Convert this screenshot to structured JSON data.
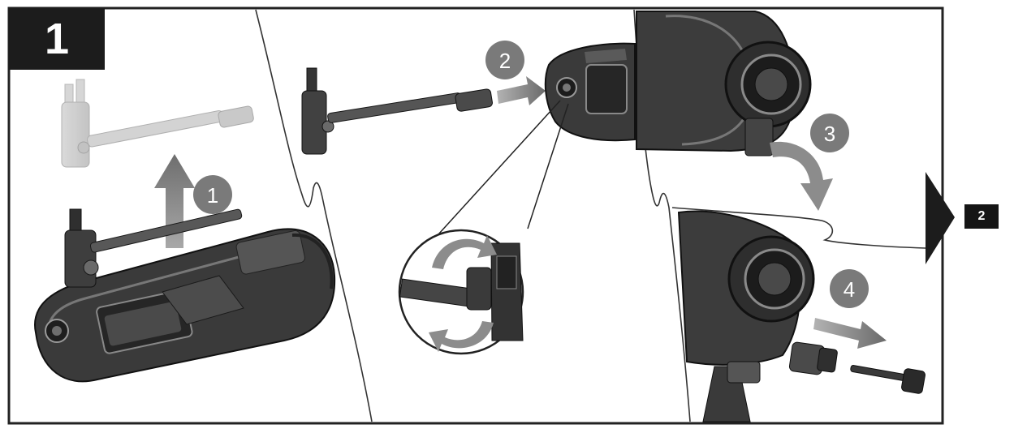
{
  "step": {
    "number": "1"
  },
  "callouts": [
    {
      "id": "c1",
      "label": "1"
    },
    {
      "id": "c2",
      "label": "2"
    },
    {
      "id": "c3",
      "label": "3"
    },
    {
      "id": "c4",
      "label": "4"
    }
  ],
  "next_step": {
    "label": "2"
  },
  "colors": {
    "frame": "#222222",
    "badge": "#1c1c1c",
    "callout": "#7a7a7a",
    "arrow": "#8c8c8c",
    "tool_dark": "#2f2f2f",
    "tool_mid": "#5a5a5a",
    "ghost": "#c8c8c8"
  }
}
